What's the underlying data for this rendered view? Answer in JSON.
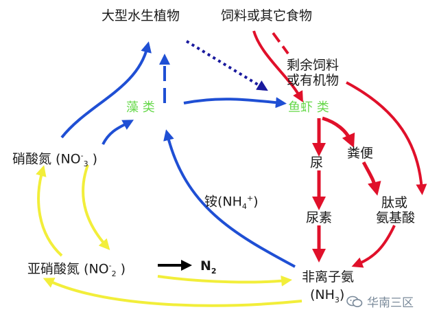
{
  "nodes": {
    "macrophyte": "大型水生植物",
    "feed": "饲料或其它食物",
    "leftover_1": "剩余饲料",
    "leftover_2": "或有机物",
    "algae": "藻 类",
    "fish_shrimp": "鱼虾 类",
    "nitrate": "硝酸氮 (NO",
    "nitrate_sup": "-",
    "nitrate_sub": "3",
    "nitrate_end": " )",
    "urine": "尿",
    "feces": "粪便",
    "ammonium": "铵(NH",
    "ammonium_sub": "4",
    "ammonium_sup": "+",
    "ammonium_end": ")",
    "peptide_1": "肽或",
    "peptide_2": "氨基酸",
    "urea": "尿素",
    "nitrite": "亚硝酸氮 (NO",
    "nitrite_sup": "-",
    "nitrite_sub": "2",
    "nitrite_end": " )",
    "n2": "N",
    "n2_sub": "2",
    "ammonia_1": "非离子氨",
    "ammonia_2": "(NH",
    "ammonia_sub": "3",
    "ammonia_end": ")"
  },
  "watermark": "华南三区",
  "colors": {
    "blue": "#1f4fd4",
    "navy": "#1a1a9e",
    "red": "#e0102a",
    "yellow": "#f2ee3a",
    "green_text": "#66d84a",
    "black": "#000000"
  }
}
